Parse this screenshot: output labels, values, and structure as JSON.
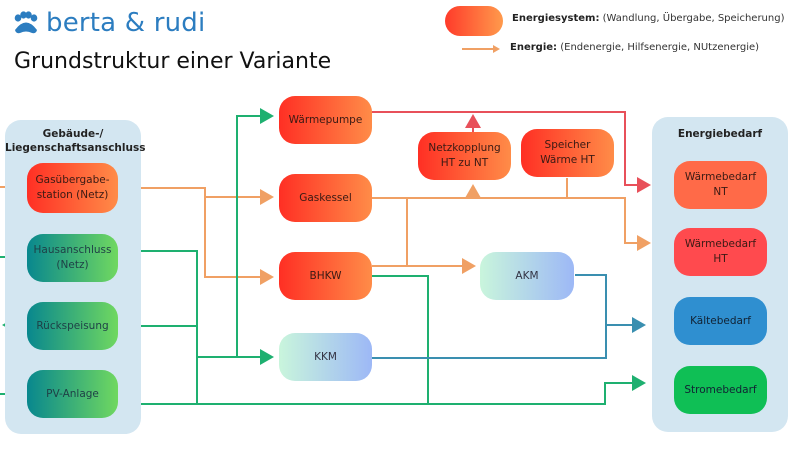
{
  "header": {
    "brand": "berta & rudi",
    "brand_icon": "paw-icon",
    "title": "Grundstruktur einer Variante"
  },
  "legend": {
    "system_label": "Energiesystem:",
    "system_desc": "(Wandlung, Übergabe, Speicherung)",
    "energy_label": "Energie:",
    "energy_desc": "(Endenergie, Hilfsenergie, NUtzenergie)"
  },
  "colors": {
    "heat_line": "#f0a064",
    "electric_line": "#1eb070",
    "cold_line": "#3a8fb0",
    "nt_line": "#e8505a",
    "group_bg": "#d3e6f1",
    "brand": "#2c7dc0"
  },
  "groups": {
    "left": {
      "title_line1": "Gebäude-/",
      "title_line2": "Liegenschaftsanschluss",
      "nodes": [
        {
          "line1": "Gasübergabe-",
          "line2": "station (Netz)"
        },
        {
          "line1": "Hausanschluss",
          "line2": "(Netz)"
        },
        {
          "line1": "Rückspeisung",
          "line2": ""
        },
        {
          "line1": "PV-Anlage",
          "line2": ""
        }
      ]
    },
    "right": {
      "title": "Energiebedarf",
      "nodes": [
        {
          "line1": "Wärmebedarf",
          "line2": "NT"
        },
        {
          "line1": "Wärmebedarf",
          "line2": "HT"
        },
        {
          "line1": "Kältebedarf",
          "line2": ""
        },
        {
          "line1": "Stromebedarf",
          "line2": ""
        }
      ]
    }
  },
  "systems": {
    "waermepumpe": "Wärmepumpe",
    "gaskessel": "Gaskessel",
    "bhkw": "BHKW",
    "kkm": "KKM",
    "akm": "AKM",
    "netzkopplung_line1": "Netzkopplung",
    "netzkopplung_line2": "HT zu NT",
    "speicher_line1": "Speicher",
    "speicher_line2": "Wärme HT"
  }
}
